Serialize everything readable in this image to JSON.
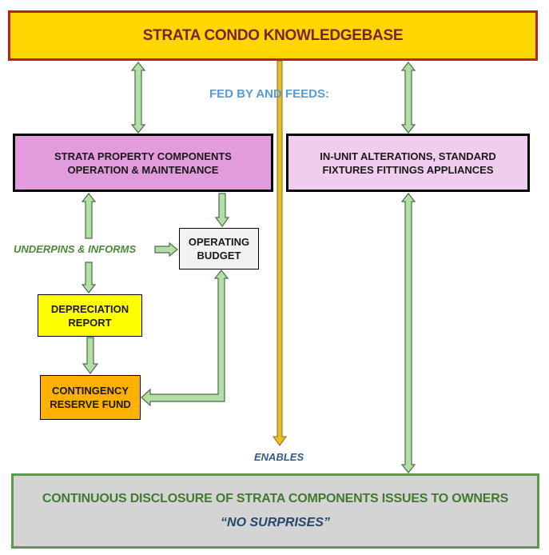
{
  "diagram": {
    "knowledgebase": {
      "label": "STRATA CONDO KNOWLEDGEBASE"
    },
    "fed_by_label": "FED BY AND FEEDS:",
    "property_components": {
      "line1": "STRATA PROPERTY COMPONENTS",
      "line2": "OPERATION & MAINTENANCE"
    },
    "in_unit": {
      "line1": "IN-UNIT ALTERATIONS, STANDARD",
      "line2": "FIXTURES FITTINGS APPLIANCES"
    },
    "underpins_label": "UNDERPINS & INFORMS",
    "operating_budget": {
      "line1": "OPERATING",
      "line2": "BUDGET"
    },
    "depreciation_report": {
      "line1": "DEPRECIATION",
      "line2": "REPORT"
    },
    "contingency_fund": {
      "line1": "CONTINGENCY",
      "line2": "RESERVE FUND"
    },
    "enables_label": "ENABLES",
    "disclosure": {
      "line1": "CONTINUOUS DISCLOSURE OF STRATA COMPONENTS ISSUES TO OWNERS",
      "line2": "“NO SURPRISES”"
    },
    "colors": {
      "knowledgebase_fill": "#ffd700",
      "knowledgebase_border": "#b2231b",
      "property_components_fill": "#e29bdc",
      "in_unit_fill": "#f0cdef",
      "operating_budget_fill": "#f2f2f2",
      "depreciation_fill": "#ffff00",
      "contingency_fill": "#ffb000",
      "disclosure_fill": "#d4d4d4",
      "disclosure_border": "#5a9a48",
      "arrow_green": "#b3dea5",
      "enables_line": "#e5bf22"
    }
  }
}
